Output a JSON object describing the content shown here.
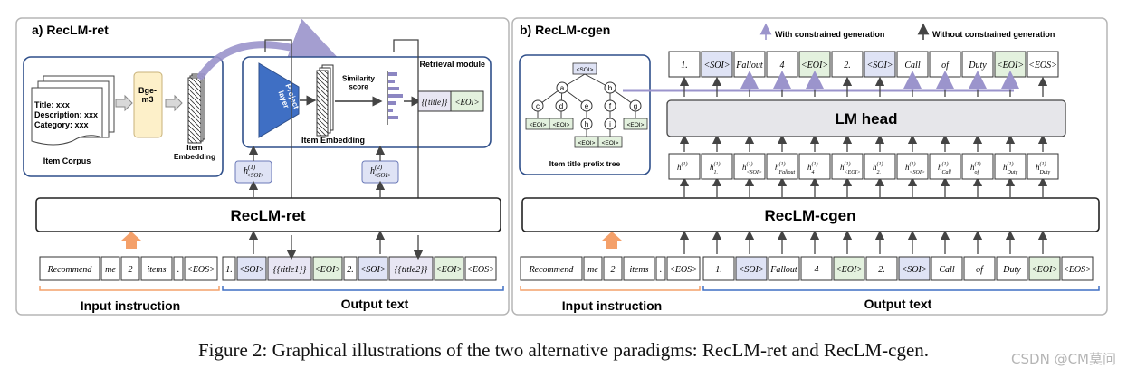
{
  "panels": {
    "left_title": "a) RecLM-ret",
    "right_title": "b) RecLM-cgen"
  },
  "left": {
    "corpus": {
      "title_line": "Title: xxx",
      "desc_line": "Description: xxx",
      "cat_line": "Category: xxx",
      "label": "Item Corpus"
    },
    "bge": "Bge-\nm3",
    "item_embedding_label": "Item\nEmbedding",
    "retrieval_module": "Retrieval module",
    "project_layer": "Project\nlayer",
    "similarity": "Similarity\nscore",
    "retrieval_title": "{{title}}",
    "retrieval_eoi": "<EOI>",
    "inner_item_embedding": "Item Embedding",
    "h_soi_1": "h(1)<SOI>",
    "h_soi_2": "h(2)<SOI>",
    "model": "RecLM-ret",
    "input_tokens": [
      "Recommend",
      "me",
      "2",
      "items",
      ".",
      "<EOS>"
    ],
    "output_tokens": [
      "1.",
      "<SOI>",
      "{{title1}}",
      "<EOI>",
      "2.",
      "<SOI>",
      "{{title2}}",
      "<EOI>",
      "<EOS>"
    ],
    "input_label": "Input instruction",
    "output_label": "Output text"
  },
  "right": {
    "legend_with": "With constrained generation",
    "legend_without": "Without constrained generation",
    "prefix_tree_label": "Item title prefix tree",
    "tree": {
      "root": "<SOI>",
      "level1": [
        "a",
        "b"
      ],
      "level2": [
        "c",
        "d",
        "e",
        "f",
        "g"
      ],
      "level3": [
        "h",
        "i"
      ],
      "eoi": "<EOI>"
    },
    "top_tokens": [
      "1.",
      "<SOI>",
      "Fallout",
      "4",
      "<EOI>",
      "2.",
      "<SOI>",
      "Call",
      "of",
      "Duty",
      "<EOI>",
      "<EOS>"
    ],
    "lm_head": "LM head",
    "hidden_states": [
      "h(1)",
      "h(1)1.",
      "h(1)<SOI>",
      "h(1)Fallout",
      "h(1)4",
      "h(1)<EOI>",
      "h(1)2.",
      "h(1)<SOI>",
      "h(1)Call",
      "h(1)of",
      "h(1)Duty",
      "h(1)Duty"
    ],
    "model": "RecLM-cgen",
    "input_tokens": [
      "Recommend",
      "me",
      "2",
      "items",
      ".",
      "<EOS>"
    ],
    "output_tokens": [
      "1.",
      "<SOI>",
      "Fallout",
      "4",
      "<EOI>",
      "2.",
      "<SOI>",
      "Call",
      "of",
      "Duty",
      "<EOI>",
      "<EOS>"
    ],
    "input_label": "Input instruction",
    "output_label": "Output text"
  },
  "caption": "Figure 2: Graphical illustrations of the two alternative paradigms: RecLM-ret and RecLM-cgen.",
  "watermark": "CSDN @CM莫问",
  "colors": {
    "soi": "#dfe3f5",
    "eoi": "#e3f1de",
    "title": "#e8e6f3",
    "purple": "#9b94cc",
    "orange": "#f4a06a",
    "blue_border": "#2f4f8a",
    "gray_box": "#e6e6ea",
    "bge": "#fdf0c9"
  }
}
